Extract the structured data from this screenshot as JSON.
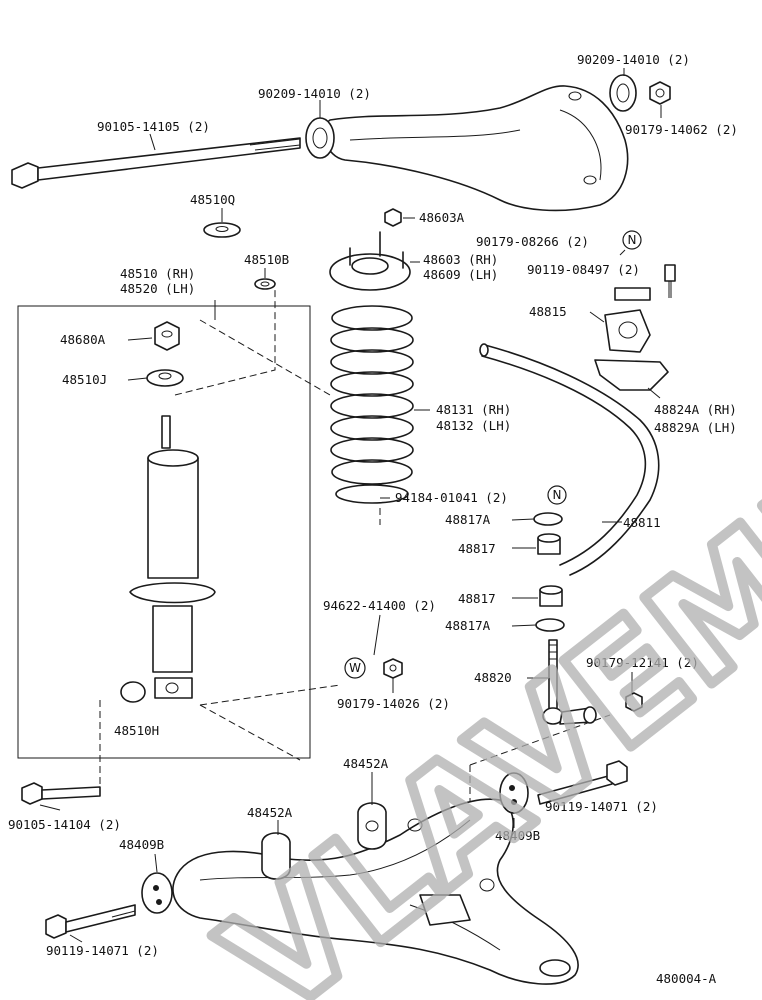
{
  "labels": {
    "p90209_top": "90209-14010 (2)",
    "p90209_mid": "90209-14010 (2)",
    "p90105_top": "90105-14105 (2)",
    "p90179_14062": "90179-14062 (2)",
    "p48510Q": "48510Q",
    "p48603A": "48603A",
    "p90179_08266": "90179-08266 (2)",
    "p48510B": "48510B",
    "p48510_rh": "48510 (RH)",
    "p48520_lh": "48520 (LH)",
    "p48603_rh": "48603 (RH)",
    "p48609_lh": "48609 (LH)",
    "p90119_08497": "90119-08497 (2)",
    "p48815": "48815",
    "p48680A": "48680A",
    "p48510J": "48510J",
    "p48824A": "48824A (RH)",
    "p48829A": "48829A (LH)",
    "p48131": "48131 (RH)",
    "p48132": "48132 (LH)",
    "p94184": "94184-01041 (2)",
    "p48817A_top": "48817A",
    "p48811": "48811",
    "p48817_top": "48817",
    "p94622": "94622-41400 (2)",
    "p48817_bot": "48817",
    "p48817A_bot": "48817A",
    "p48820": "48820",
    "p90179_12141": "90179-12141 (2)",
    "p90179_14026": "90179-14026 (2)",
    "p48510H": "48510H",
    "p48452A_mid": "48452A",
    "p48452A_left": "48452A",
    "p90119_14071_right": "90119-14071 (2)",
    "p48409B_right": "48409B",
    "p90105_14104": "90105-14104 (2)",
    "p48409B_left": "48409B",
    "p90119_14071_left": "90119-14071 (2)",
    "fig_code": "480004-A"
  },
  "symbols": {
    "circle_n1": "N",
    "circle_n2": "N",
    "circle_w": "W"
  },
  "watermark": "VLAVEMP"
}
